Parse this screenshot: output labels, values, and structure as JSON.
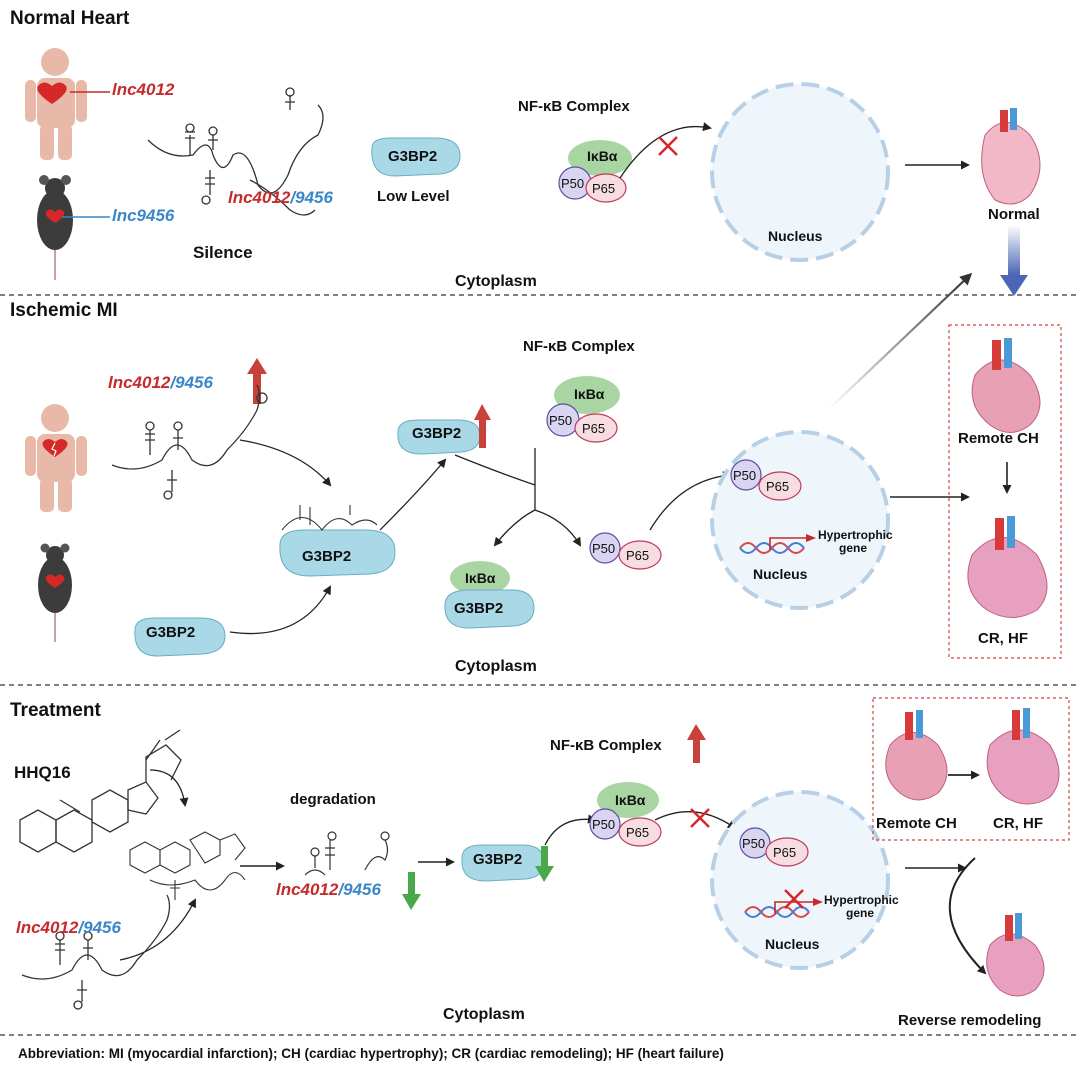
{
  "sections": {
    "normal": "Normal Heart",
    "ischemic": "Ischemic MI",
    "treatment": "Treatment"
  },
  "labels": {
    "lnc4012": "lnc4012",
    "lnc9456": "lnc9456",
    "lnc4012_part": "lnc4012",
    "slash_9456": "/9456",
    "silence": "Silence",
    "low_level": "Low Level",
    "nfkb_complex": "NF-κB Complex",
    "ikba": "IκBα",
    "p50": "P50",
    "p65": "P65",
    "g3bp2": "G3BP2",
    "nucleus": "Nucleus",
    "cytoplasm": "Cytoplasm",
    "hypertrophic_gene": "Hypertrophic gene",
    "normal": "Normal",
    "remote_ch": "Remote CH",
    "cr_hf": "CR, HF",
    "hhq16": "HHQ16",
    "degradation": "degradation",
    "reverse_remodeling": "Reverse remodeling"
  },
  "abbreviation": "Abbreviation: MI (myocardial infarction);  CH (cardiac hypertrophy); CR (cardiac remodeling); HF (heart failure)",
  "colors": {
    "red": "#c62a2a",
    "blue": "#3a86c8",
    "g3bp2_fill": "#a9d8e6",
    "ikba_fill": "#a8d5a2",
    "p50_fill": "#d9d4f0",
    "p65_fill": "#f6dde2",
    "nucleus_fill": "#eef5fb"
  }
}
